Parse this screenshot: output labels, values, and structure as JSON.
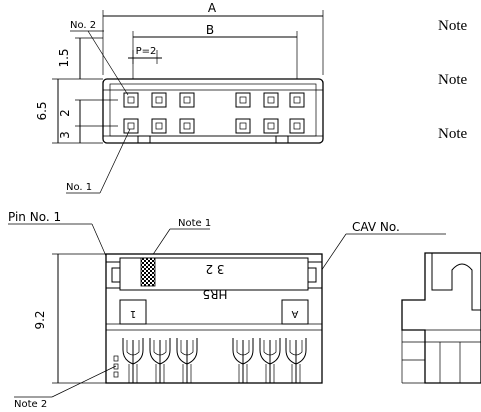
{
  "top_view": {
    "dim_A": "A",
    "dim_B": "B",
    "pitch": "P=2",
    "no2_label": "No. 2",
    "no1_label": "No. 1",
    "dim_1_5": "1.5",
    "dim_6_5": "6.5",
    "dim_2": "2",
    "dim_3": "3"
  },
  "notes": [
    "Note",
    "Note",
    "Note"
  ],
  "front_view": {
    "pin_no1_label": "Pin No. 1",
    "note1_label": "Note 1",
    "cav_label": "CAV No.",
    "dim_9_2": "9.2",
    "note2_label": "Note 2",
    "marking_text": "HR5",
    "marking_num": "3 2",
    "pin_mark_1": "1",
    "pin_mark_A": "A"
  }
}
